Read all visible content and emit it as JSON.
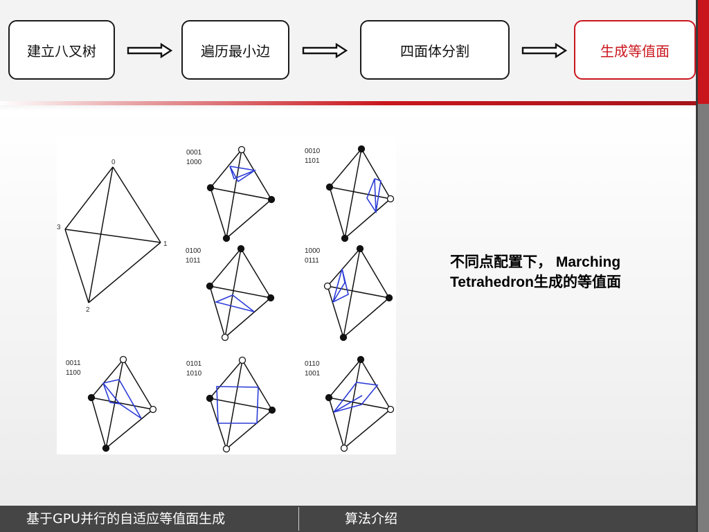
{
  "steps": [
    {
      "label": "建立八叉树",
      "active": false
    },
    {
      "label": "遍历最小边",
      "active": false
    },
    {
      "label": "四面体分割",
      "active": false
    },
    {
      "label": "生成等值面",
      "active": true
    }
  ],
  "colors": {
    "accent": "#c9161d",
    "iso_line": "#2b3bd6",
    "footer_bg": "#454545"
  },
  "diagram": {
    "base_vertex_labels": [
      "0",
      "1",
      "2",
      "3"
    ],
    "configs": [
      [
        "0001",
        "1000"
      ],
      [
        "0010",
        "1101"
      ],
      [
        "0100",
        "1011"
      ],
      [
        "1000",
        "0111"
      ],
      [
        "0011",
        "1100"
      ],
      [
        "0101",
        "1010"
      ],
      [
        "0110",
        "1001"
      ]
    ]
  },
  "caption": {
    "line1": "不同点配置下， Marching",
    "line2": "Tetrahedron生成的等值面"
  },
  "footer": {
    "left": "基于GPU并行的自适应等值面生成",
    "right": "算法介绍"
  }
}
